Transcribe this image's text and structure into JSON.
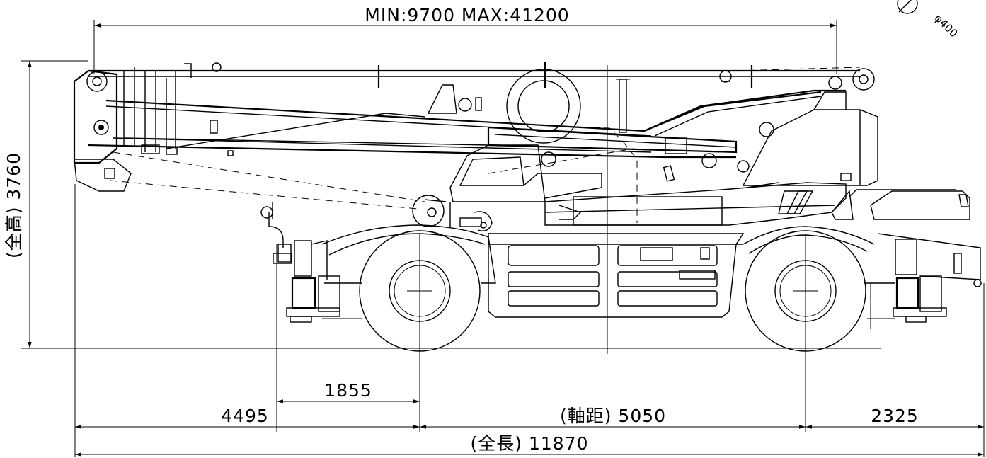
{
  "dimensions": {
    "boom_reach": "MIN:9700 MAX:41200",
    "sheave_dia": "φ400",
    "overall_height": "(全高) 3760",
    "front_overhang_outrigger": "1855",
    "front_overhang": "4495",
    "wheelbase": "(軸距) 5050",
    "rear_overhang": "2325",
    "overall_length": "(全長) 11870"
  }
}
